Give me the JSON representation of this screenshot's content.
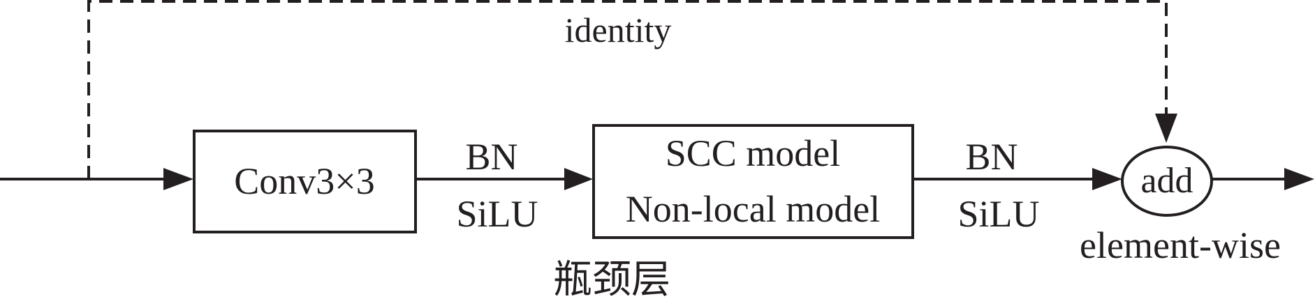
{
  "labels": {
    "identity": "identity",
    "conv": "Conv3×3",
    "bn_1": "BN",
    "silu_1": "SiLU",
    "scc": "SCC model",
    "nonlocal": "Non-local model",
    "bn_2": "BN",
    "silu_2": "SiLU",
    "add": "add",
    "element_wise": "element-wise",
    "bottleneck": "瓶颈层"
  },
  "colors": {
    "stroke": "#231f20",
    "background": "#ffffff"
  }
}
